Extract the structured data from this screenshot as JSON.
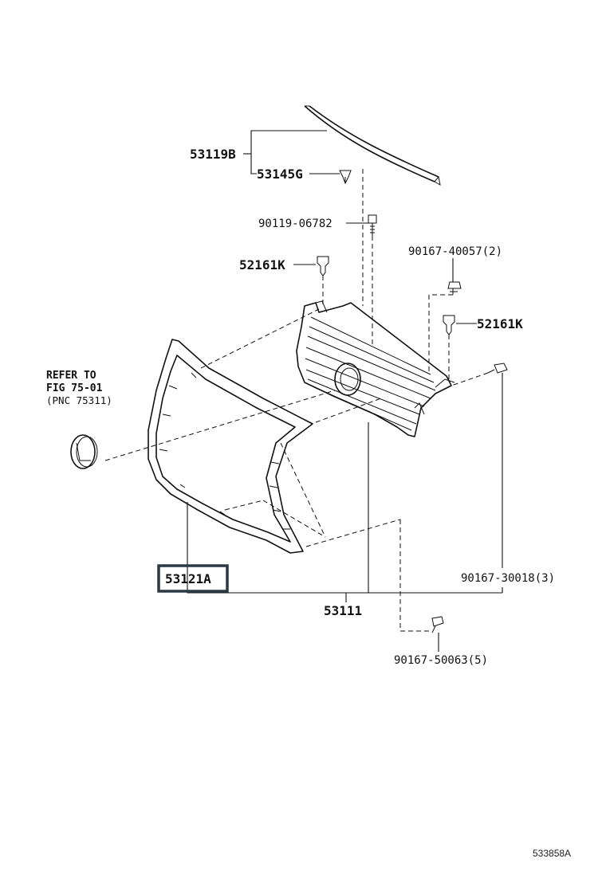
{
  "diagram": {
    "labels": {
      "p53119B": "53119B",
      "p53145G": "53145G",
      "p9011906782": "90119-06782",
      "p5216k_top": "52161K",
      "p9016740057": "90167-40057(2)",
      "p5216k_right": "52161K",
      "p9016730018": "90167-30018(3)",
      "p53121A": "53121A",
      "p53111": "53111",
      "p9016750063": "90167-50063(5)"
    },
    "reference": {
      "line1": "REFER TO",
      "line2": "FIG 75-01",
      "line3": "(PNC 75311)"
    },
    "highlighted_part": "53121A",
    "illustration_code": "533858A",
    "colors": {
      "ink": "#111111",
      "highlight_border": "#2b3a42",
      "background": "#ffffff"
    }
  }
}
